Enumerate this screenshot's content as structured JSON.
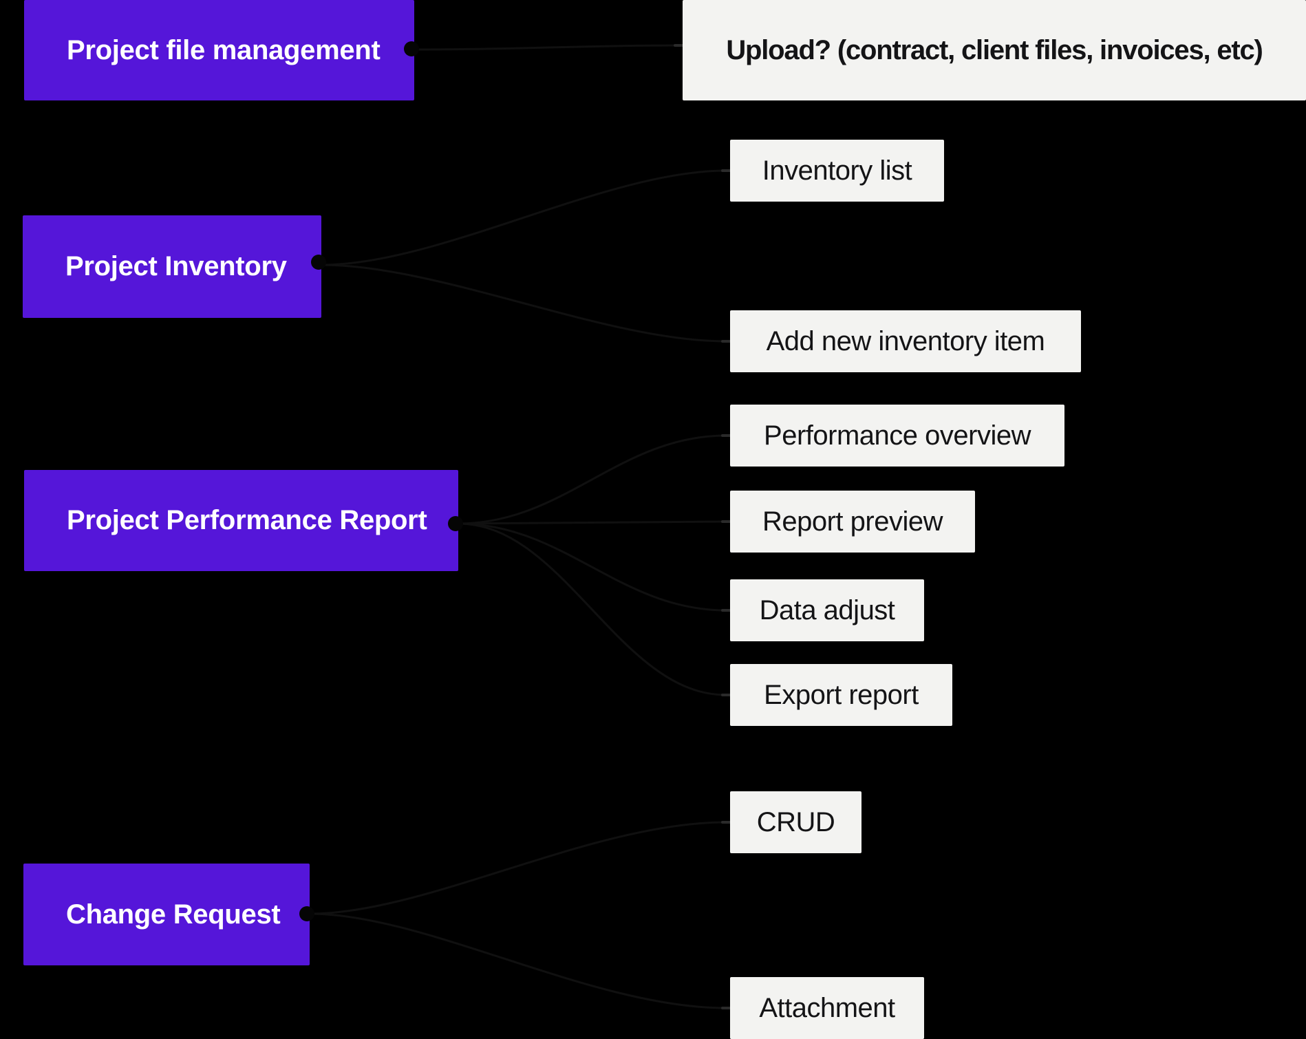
{
  "diagram": {
    "type": "mindmap-flowchart",
    "colors": {
      "background": "#000000",
      "branch_fill": "#5516d9",
      "branch_text": "#ffffff",
      "leaf_fill": "#f3f3f1",
      "leaf_text": "#141416",
      "connector_dot": "#050505",
      "connector_stub": "#2a2a2a"
    },
    "branches": [
      {
        "label": "Project file management"
      },
      {
        "label": "Project Inventory"
      },
      {
        "label": "Project Performance Report"
      },
      {
        "label": "Change Request"
      }
    ],
    "leaves": [
      {
        "label": "Upload? (contract, client files, invoices, etc)",
        "parent": "Project file management"
      },
      {
        "label": "Inventory list",
        "parent": "Project Inventory"
      },
      {
        "label": "Add new inventory item",
        "parent": "Project Inventory"
      },
      {
        "label": "Performance overview",
        "parent": "Project Performance Report"
      },
      {
        "label": "Report preview",
        "parent": "Project Performance Report"
      },
      {
        "label": "Data adjust",
        "parent": "Project Performance Report"
      },
      {
        "label": "Export report",
        "parent": "Project Performance Report"
      },
      {
        "label": "CRUD",
        "parent": "Change Request"
      },
      {
        "label": "Attachment",
        "parent": "Change Request"
      }
    ],
    "connections": [
      {
        "from": "Project file management",
        "to": "Upload? (contract, client files, invoices, etc)"
      },
      {
        "from": "Project Inventory",
        "to": "Inventory list"
      },
      {
        "from": "Project Inventory",
        "to": "Add new inventory item"
      },
      {
        "from": "Project Performance Report",
        "to": "Performance overview"
      },
      {
        "from": "Project Performance Report",
        "to": "Report preview"
      },
      {
        "from": "Project Performance Report",
        "to": "Data adjust"
      },
      {
        "from": "Project Performance Report",
        "to": "Export report"
      },
      {
        "from": "Change Request",
        "to": "CRUD"
      },
      {
        "from": "Change Request",
        "to": "Attachment"
      }
    ]
  }
}
